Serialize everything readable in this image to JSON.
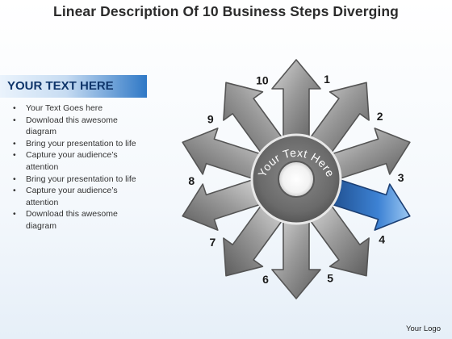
{
  "title": "Linear Description Of 10 Business Steps Diverging",
  "sidebar": {
    "heading": "YOUR TEXT HERE",
    "bullets": [
      "Your Text Goes here",
      "Download this awesome diagram",
      "Bring your presentation to life",
      "Capture your audience’s attention",
      "Bring your presentation to life",
      "Capture your audience’s attention",
      "Download this awesome diagram"
    ]
  },
  "diagram": {
    "center_text": "Your Text Here",
    "highlighted_step": "4",
    "highlight_color": "#2f6fc0",
    "arrow_color": "#8c8c8c",
    "steps": [
      "1",
      "2",
      "3",
      "4",
      "5",
      "6",
      "7",
      "8",
      "9",
      "10"
    ]
  },
  "footer": {
    "logo_text": "Your Logo"
  }
}
